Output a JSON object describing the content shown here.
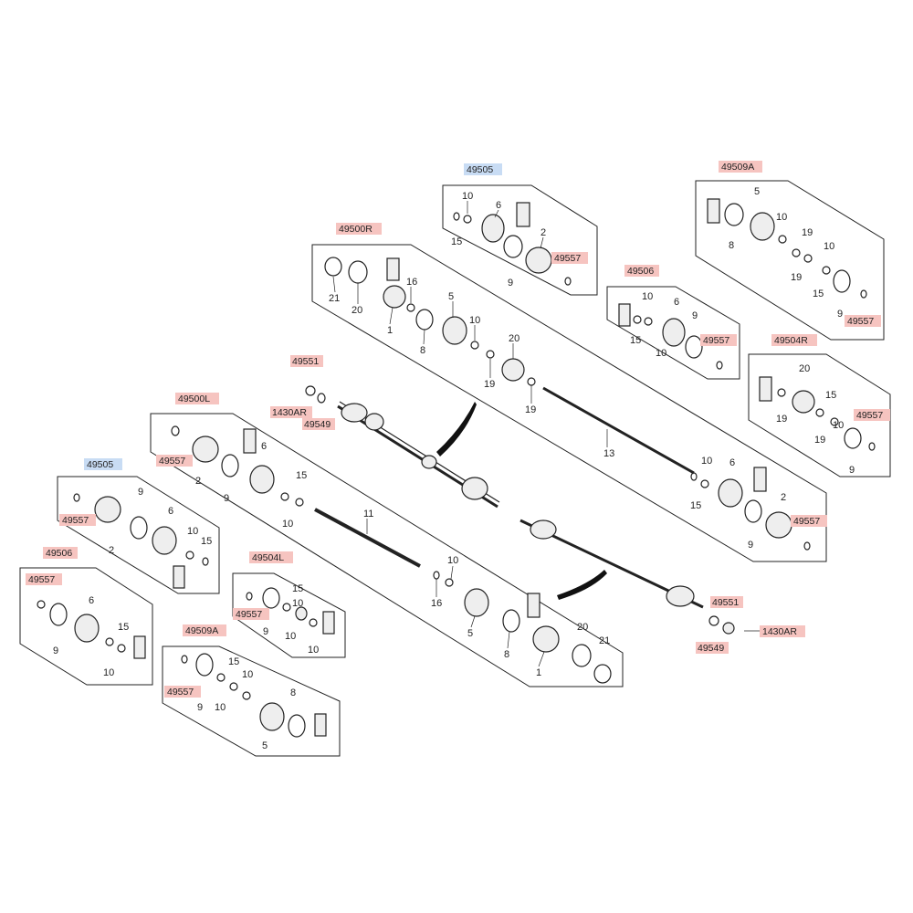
{
  "header_fragment": "",
  "callouts": {
    "kit_49505_top": "49505",
    "kit_49505_left": "49505",
    "kit_49509A_top": "49509A",
    "kit_49509A_bottom": "49509A",
    "kit_49500R": "49500R",
    "kit_49500L": "49500L",
    "kit_49506_top": "49506",
    "kit_49506_left": "49506",
    "kit_49504R": "49504R",
    "kit_49504L": "49504L",
    "p49551_top": "49551",
    "p49551_right": "49551",
    "p1430AR_top": "1430AR",
    "p1430AR_right": "1430AR",
    "p49549_top": "49549",
    "p49549_right": "49549",
    "p49557": "49557"
  },
  "numbers": {
    "n1": "1",
    "n2": "2",
    "n5": "5",
    "n6": "6",
    "n8": "8",
    "n9": "9",
    "n10": "10",
    "n11": "11",
    "n13": "13",
    "n15": "15",
    "n16": "16",
    "n19": "19",
    "n20": "20",
    "n21": "21"
  },
  "colors": {
    "callout_red": "#f6c4c0",
    "callout_blue": "#c8dcf4",
    "line": "#222222"
  }
}
